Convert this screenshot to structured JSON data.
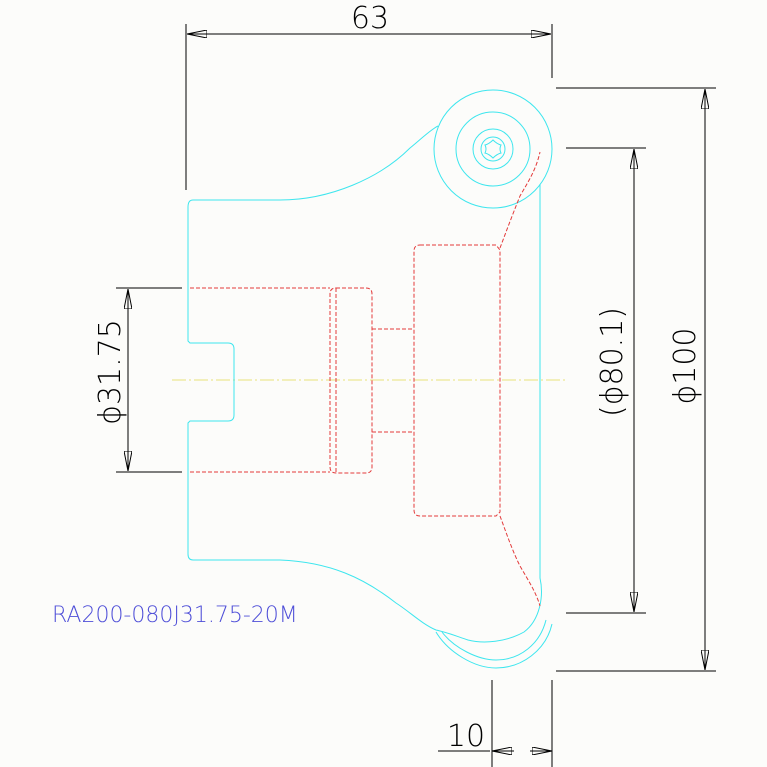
{
  "drawing": {
    "part_number": "RA200-080J31.75-20M"
  },
  "dimensions": {
    "overall_length": "63",
    "flange_thickness": "10",
    "outer_diameter": "ϕ100",
    "reference_diameter": "(ϕ80.1)",
    "bore_diameter": "ϕ31.75"
  },
  "colors": {
    "outline": "#3ee6ee",
    "hidden": "#e33a3a",
    "centerline": "#e8e27a",
    "dimension": "#000000",
    "label": "#4f4fd8",
    "background": "#fcfcfa"
  }
}
